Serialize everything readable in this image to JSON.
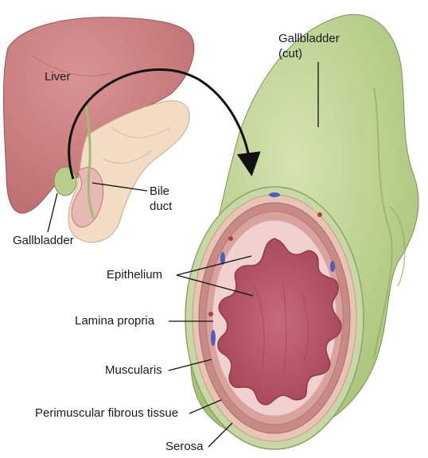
{
  "labels": {
    "liver": "Liver",
    "gallbladder_cut_line1": "Gallbladder",
    "gallbladder_cut_line2": "(cut)",
    "bile_line1": "Bile",
    "bile_line2": "duct",
    "gallbladder": "Gallbladder",
    "epithelium": "Epithelium",
    "lamina_propria": "Lamina propria",
    "muscularis": "Muscularis",
    "perimuscular": "Perimuscular fibrous tissue",
    "serosa": "Serosa"
  },
  "colors": {
    "liver": "#c8797a",
    "pancreas": "#f3dcc3",
    "gallbladder": "#b8cf8c",
    "serosa": "#c8d8a4",
    "muscularis": "#c88a86",
    "lamina": "#f1d1cf",
    "epithelium": "#b35466",
    "vessel": "#4a5fb8"
  }
}
